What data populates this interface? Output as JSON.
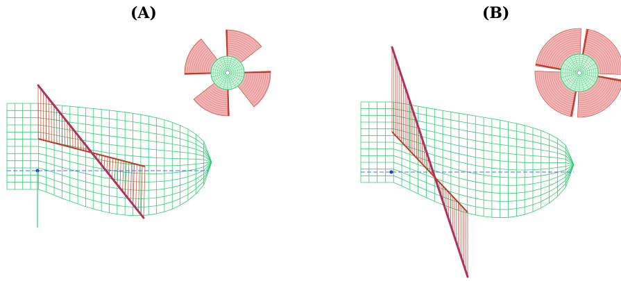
{
  "panels": [
    {
      "id": "A",
      "label": "(A)"
    },
    {
      "id": "B",
      "label": "(B)"
    }
  ],
  "colors": {
    "hub_mesh": "#2ecc71",
    "hub_fill": "#d6f5df",
    "blade": "#c0392b",
    "blade_fill": "#f1b5b5",
    "blade_edge": "#b03060",
    "axis": "#4a6cf7"
  }
}
